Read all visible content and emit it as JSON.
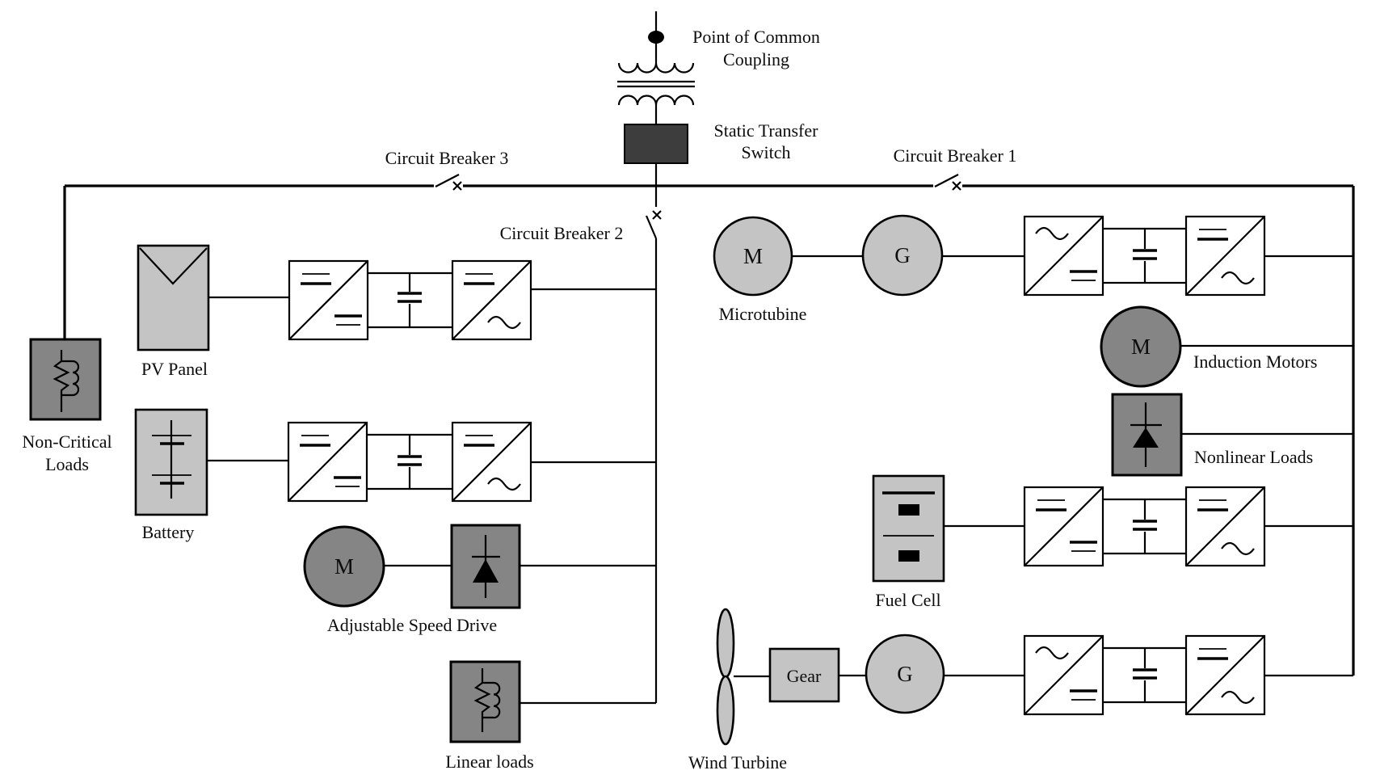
{
  "diagram": {
    "pcc": {
      "line1": "Point of Common",
      "line2": "Coupling"
    },
    "sts": {
      "line1": "Static Transfer",
      "line2": "Switch"
    },
    "breakers": {
      "cb1": "Circuit Breaker 1",
      "cb2": "Circuit Breaker 2",
      "cb3": "Circuit Breaker 3"
    },
    "sources": {
      "pv": "PV Panel",
      "battery": "Battery",
      "microturbine": "Microtubine",
      "fuel_cell": "Fuel Cell",
      "wind": "Wind Turbine",
      "gear": "Gear"
    },
    "loads": {
      "noncritical_line1": "Non-Critical",
      "noncritical_line2": "Loads",
      "asd": "Adjustable Speed Drive",
      "linear": "Linear loads",
      "induction": "Induction Motors",
      "nonlinear": "Nonlinear Loads"
    },
    "machine": {
      "motor": "M",
      "generator": "G"
    }
  },
  "colors": {
    "background": "#ffffff",
    "line": "#000000",
    "light_fill": "#c4c4c4",
    "dark_fill": "#858585",
    "sts_fill": "#3d3d3d",
    "text": "#0d0d0d"
  }
}
